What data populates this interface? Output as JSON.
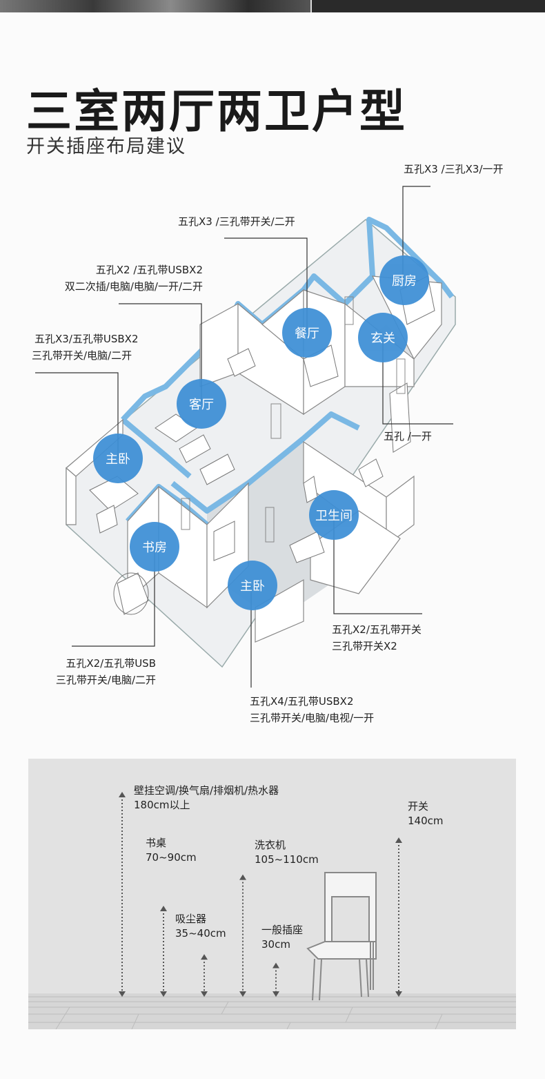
{
  "header": {
    "title": "三室两厅两卫户型",
    "subtitle": "开关插座布局建议"
  },
  "accent_color": "#3d8fd6",
  "rooms": [
    {
      "id": "kitchen",
      "label": "厨房"
    },
    {
      "id": "dining",
      "label": "餐厅"
    },
    {
      "id": "entrance",
      "label": "玄关"
    },
    {
      "id": "living",
      "label": "客厅"
    },
    {
      "id": "master1",
      "label": "主卧"
    },
    {
      "id": "bathroom",
      "label": "卫生间"
    },
    {
      "id": "study",
      "label": "书房"
    },
    {
      "id": "master2",
      "label": "主卧"
    }
  ],
  "callouts": {
    "kitchen": [
      "五孔X3 /三孔X3/一开"
    ],
    "dining": [
      "五孔X3 /三孔带开关/二开"
    ],
    "living": [
      "五孔X2 /五孔带USBX2",
      "双二次插/电脑/电脑/一开/二开"
    ],
    "master1": [
      "五孔X3/五孔带USBX2",
      "三孔带开关/电脑/二开"
    ],
    "entrance": [
      "五孔 /一开"
    ],
    "bathroom": [
      "五孔X2/五孔带开关",
      "三孔带开关X2"
    ],
    "study": [
      "五孔X2/五孔带USB",
      "三孔带开关/电脑/二开"
    ],
    "master2": [
      "五孔X4/五孔带USBX2",
      "三孔带开关/电脑/电视/一开"
    ]
  },
  "heights": [
    {
      "id": "ac",
      "lines": [
        "壁挂空调/换气扇/排烟机/热水器",
        "180cm以上"
      ],
      "cm": 180
    },
    {
      "id": "desk",
      "lines": [
        "书桌",
        "70~90cm"
      ],
      "cm": 80
    },
    {
      "id": "vacuum",
      "lines": [
        "吸尘器",
        "35~40cm"
      ],
      "cm": 37.5
    },
    {
      "id": "washer",
      "lines": [
        "洗衣机",
        "105~110cm"
      ],
      "cm": 107.5
    },
    {
      "id": "socket",
      "lines": [
        "一般插座",
        "30cm"
      ],
      "cm": 30
    },
    {
      "id": "switch",
      "lines": [
        "开关",
        "140cm"
      ],
      "cm": 140
    }
  ]
}
